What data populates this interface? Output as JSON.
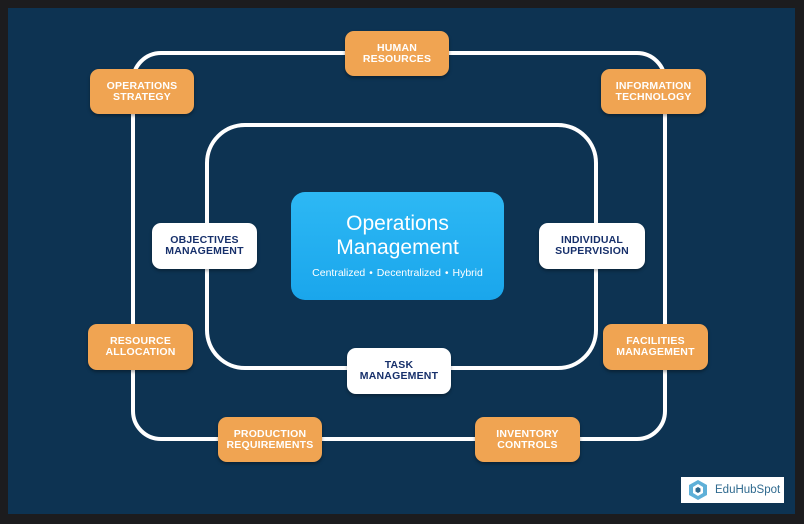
{
  "center": {
    "title": "Operations\nManagement",
    "types": [
      "Centralized",
      "Decentralized",
      "Hybrid"
    ]
  },
  "outer_nodes": {
    "human_resources": "HUMAN\nRESOURCES",
    "operations_strategy": "OPERATIONS\nSTRATEGY",
    "information_technology": "INFORMATION\nTECHNOLOGY",
    "resource_allocation": "RESOURCE\nALLOCATION",
    "facilities_management": "FACILITIES\nMANAGEMENT",
    "production_requirements": "PRODUCTION\nREQUIREMENTS",
    "inventory_controls": "INVENTORY\nCONTROLS"
  },
  "inner_nodes": {
    "objectives_management": "OBJECTIVES\nMANAGEMENT",
    "individual_supervision": "INDIVIDUAL\nSUPERVISION",
    "task_management": "TASK\nMANAGEMENT"
  },
  "logo": {
    "text": "EduHubSpot",
    "icon": "edu-hub-spot-logo-icon"
  },
  "colors": {
    "background": "#0d3352",
    "orange_node": "#f0a452",
    "center_node": "#1fa9ee",
    "inner_text": "#17306b"
  }
}
